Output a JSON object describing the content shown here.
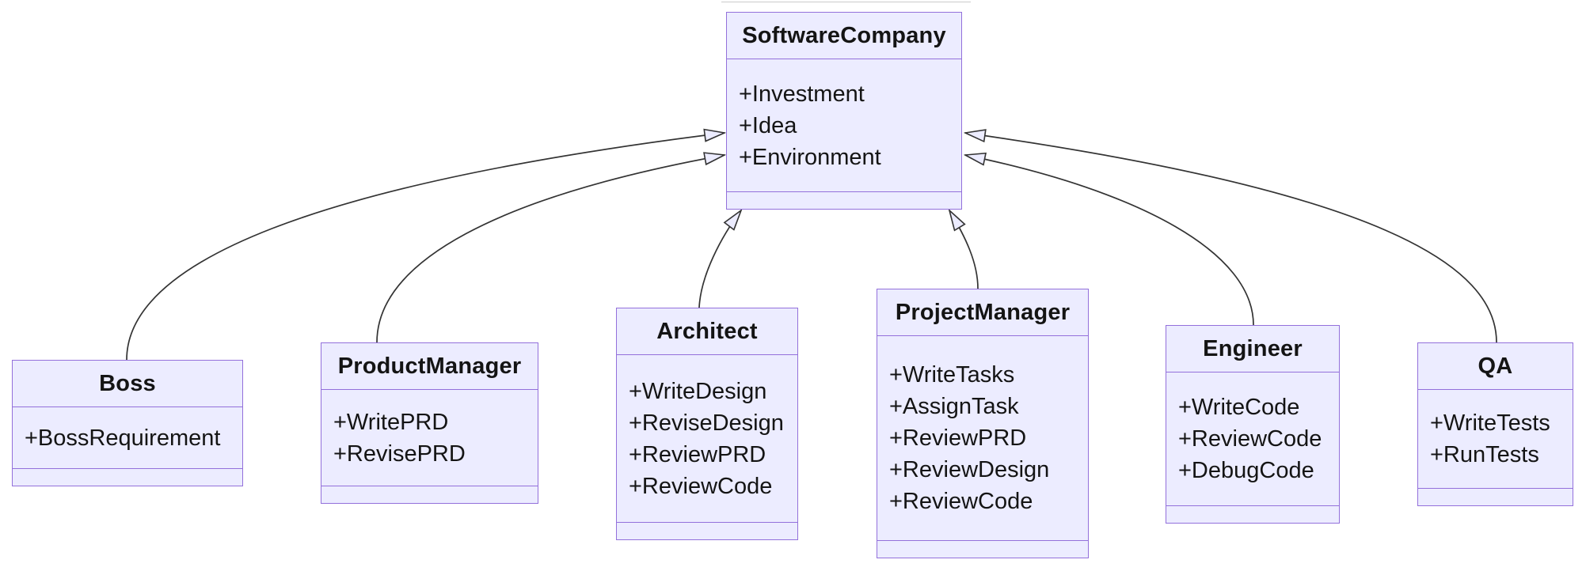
{
  "diagram": {
    "kind": "uml-class-diagram",
    "colors": {
      "class_fill": "#ECECFF",
      "class_border": "#9370DB",
      "edge_line": "#333333",
      "arrowhead_fill": "#ECECFF",
      "text": "#141414"
    },
    "classes": [
      {
        "name": "SoftwareCompany",
        "members": [
          "+Investment",
          "+Idea",
          "+Environment"
        ],
        "methods": []
      },
      {
        "name": "Boss",
        "members": [
          "+BossRequirement"
        ],
        "methods": []
      },
      {
        "name": "ProductManager",
        "members": [
          "+WritePRD",
          "+RevisePRD"
        ],
        "methods": []
      },
      {
        "name": "Architect",
        "members": [
          "+WriteDesign",
          "+ReviseDesign",
          "+ReviewPRD",
          "+ReviewCode"
        ],
        "methods": []
      },
      {
        "name": "ProjectManager",
        "members": [
          "+WriteTasks",
          "+AssignTask",
          "+ReviewPRD",
          "+ReviewDesign",
          "+ReviewCode"
        ],
        "methods": []
      },
      {
        "name": "Engineer",
        "members": [
          "+WriteCode",
          "+ReviewCode",
          "+DebugCode"
        ],
        "methods": []
      },
      {
        "name": "QA",
        "members": [
          "+WriteTests",
          "+RunTests"
        ],
        "methods": []
      }
    ],
    "relations": [
      {
        "from": "Boss",
        "to": "SoftwareCompany",
        "type": "inheritance"
      },
      {
        "from": "ProductManager",
        "to": "SoftwareCompany",
        "type": "inheritance"
      },
      {
        "from": "Architect",
        "to": "SoftwareCompany",
        "type": "inheritance"
      },
      {
        "from": "ProjectManager",
        "to": "SoftwareCompany",
        "type": "inheritance"
      },
      {
        "from": "Engineer",
        "to": "SoftwareCompany",
        "type": "inheritance"
      },
      {
        "from": "QA",
        "to": "SoftwareCompany",
        "type": "inheritance"
      }
    ]
  }
}
